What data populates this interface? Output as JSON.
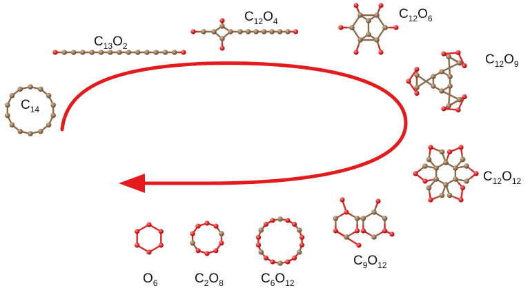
{
  "colors": {
    "carbon": "#8b6b4c",
    "oxygen": "#e02424",
    "arrow": "#e41a1c"
  },
  "labels": {
    "c13o2": {
      "sym1": "C",
      "n1": "13",
      "sym2": "O",
      "n2": "2"
    },
    "c12o4": {
      "sym1": "C",
      "n1": "12",
      "sym2": "O",
      "n2": "4"
    },
    "c12o6": {
      "sym1": "C",
      "n1": "12",
      "sym2": "O",
      "n2": "6"
    },
    "c12o9": {
      "sym1": "C",
      "n1": "12",
      "sym2": "O",
      "n2": "9"
    },
    "c14": {
      "sym1": "C",
      "n1": "14"
    },
    "c12o12": {
      "sym1": "C",
      "n1": "12",
      "sym2": "O",
      "n2": "12"
    },
    "c9o12": {
      "sym1": "C",
      "n1": "9",
      "sym2": "O",
      "n2": "12"
    },
    "o6": {
      "sym1": "O",
      "n1": "6"
    },
    "c2o8": {
      "sym1": "C",
      "n1": "2",
      "sym2": "O",
      "n2": "8"
    },
    "c6o12": {
      "sym1": "C",
      "n1": "6",
      "sym2": "O",
      "n2": "12"
    }
  }
}
